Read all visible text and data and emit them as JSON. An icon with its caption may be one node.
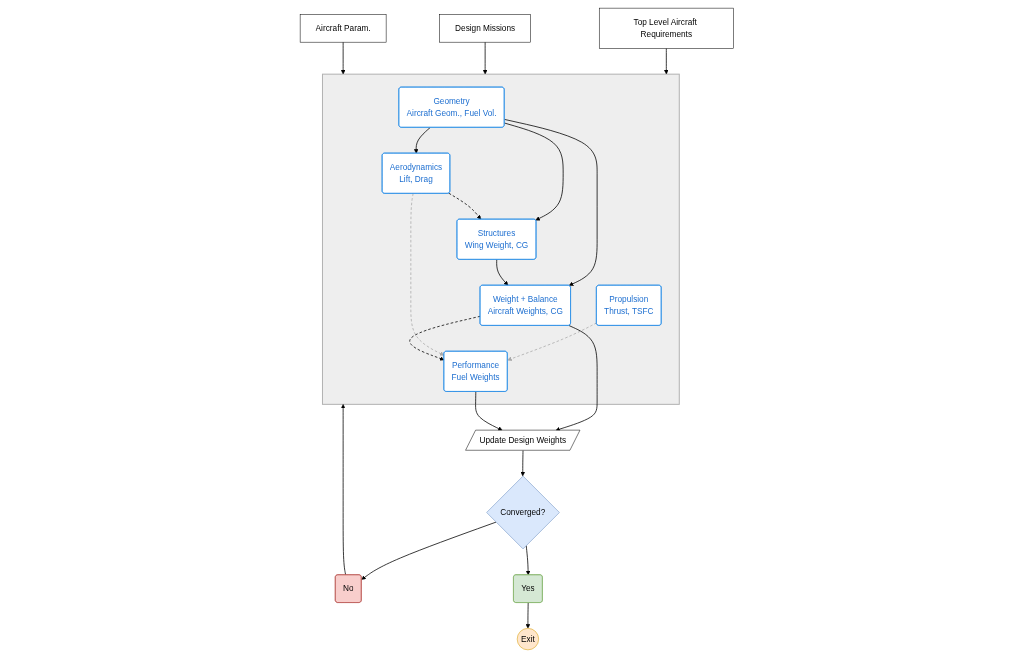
{
  "diagram": {
    "nodes": [
      {
        "text": [
          "Top Level Aircraft Requirements"
        ]
      },
      {
        "text": [
          "Design Missions"
        ]
      },
      {
        "text": [
          "Aircraft Param."
        ]
      },
      {
        "text": [],
        "shape": "box"
      },
      {
        "text": [
          "Geometry",
          "Aircraft Geom., Fuel Vol."
        ],
        "in": 3
      },
      {
        "text": [
          "Propulsion",
          "Thrust, TSFC"
        ],
        "in": 3
      },
      {
        "text": [
          "Aerodynamics",
          "Lift, Drag"
        ],
        "in": 3
      },
      {
        "text": [
          "Structures",
          "Wing Weight, CG"
        ],
        "in": 3
      },
      {
        "text": [
          "Weight + Balance",
          "Aircraft Weights, CG"
        ],
        "in": 3
      },
      {
        "text": [
          "Performance",
          "Fuel Weights"
        ],
        "in": 3
      },
      {
        "text": [
          "Update Design Weights"
        ]
      },
      {
        "text": [
          "Converged?"
        ]
      },
      {
        "text": [
          "No"
        ]
      },
      {
        "text": [
          "Yes"
        ]
      },
      {
        "text": [
          "Exit"
        ]
      }
    ],
    "edges": [
      {
        "from": 0,
        "to": 3,
        "arrow": "to"
      },
      {
        "from": 1,
        "to": 3,
        "arrow": "to"
      },
      {
        "from": 2,
        "to": 3,
        "arrow": "to"
      },
      {
        "from": 12,
        "to": 3,
        "arrow": "to"
      },
      {
        "from": 4,
        "to": 6,
        "arrow": "to"
      },
      {
        "from": 4,
        "to": 7,
        "arrow": "to"
      },
      {
        "from": 4,
        "to": 8,
        "arrow": "to"
      },
      {
        "from": 5,
        "to": 9,
        "arrow": "to",
        "style": "dashed",
        "color": "#aaaaaa"
      },
      {
        "from": 6,
        "to": 7,
        "arrow": "to",
        "style": "dashed"
      },
      {
        "from": 6,
        "to": 9,
        "arrow": "to",
        "style": "dashed",
        "color": "#aaaaaa"
      },
      {
        "from": 7,
        "to": 8,
        "arrow": "to"
      },
      {
        "from": 8,
        "to": 9,
        "arrow": "to",
        "style": "dashed"
      },
      {
        "from": 8,
        "to": 10,
        "arrow": "to"
      },
      {
        "from": 9,
        "to": 10,
        "arrow": "to"
      },
      {
        "from": 10,
        "to": 11,
        "arrow": "to"
      },
      {
        "from": 11,
        "to": 12,
        "arrow": "to"
      },
      {
        "from": 11,
        "to": 13,
        "arrow": "to"
      },
      {
        "from": 13,
        "to": 14,
        "arrow": "to"
      }
    ]
  }
}
